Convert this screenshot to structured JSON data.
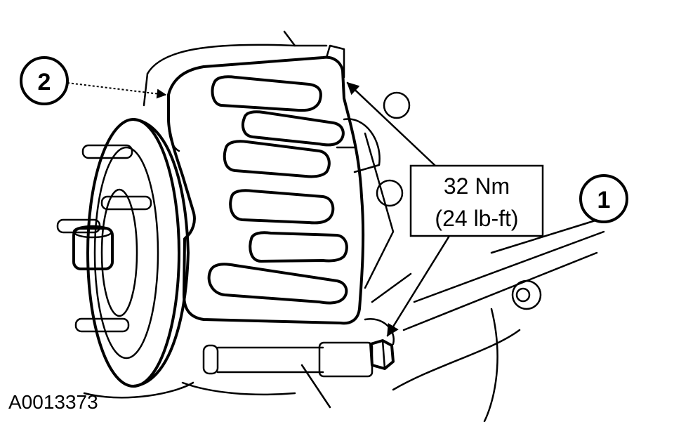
{
  "callouts": {
    "item_1": "1",
    "item_2": "2"
  },
  "torque_spec": {
    "metric": "32 Nm",
    "imperial": "(24 lb-ft)"
  },
  "figure_id": "A0013373",
  "colors": {
    "ink": "#000000",
    "paper": "#ffffff"
  }
}
